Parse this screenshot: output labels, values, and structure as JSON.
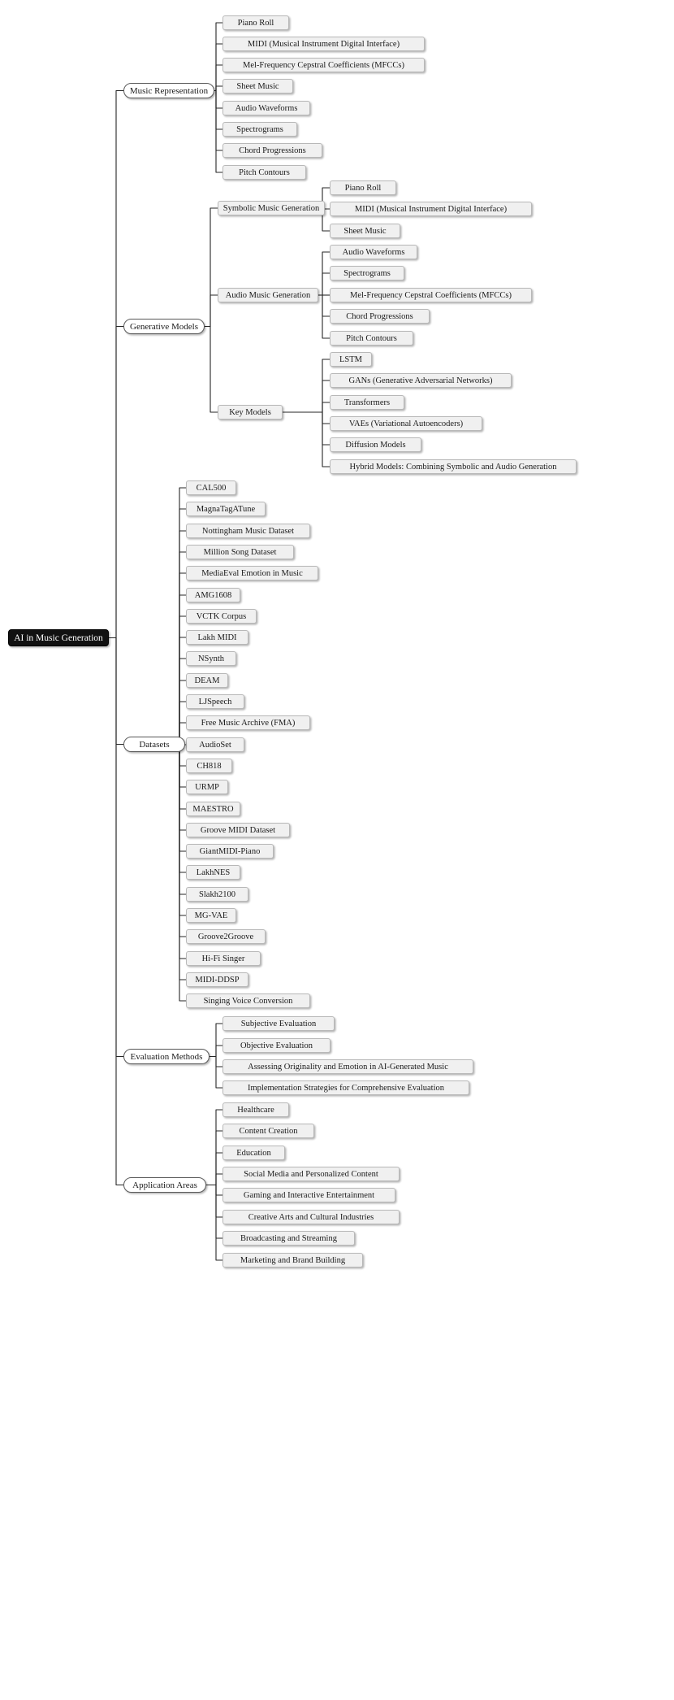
{
  "diagram": {
    "title": "AI in Music Generation",
    "type": "mindmap",
    "colors": {
      "root_fill": "#111111",
      "root_text": "#ffffff",
      "branch_fill": "#ffffff",
      "leaf_fill": "#f0f0f0",
      "leaf_border": "#b8b8b8",
      "edge": "#262626"
    },
    "root": {
      "label": "AI in Music Generation"
    },
    "branches": [
      {
        "label": "Music Representation",
        "children": [
          {
            "label": "Piano Roll"
          },
          {
            "label": "MIDI (Musical Instrument Digital Interface)"
          },
          {
            "label": "Mel-Frequency Cepstral Coefficients (MFCCs)"
          },
          {
            "label": "Sheet Music"
          },
          {
            "label": "Audio Waveforms"
          },
          {
            "label": "Spectrograms"
          },
          {
            "label": "Chord Progressions"
          },
          {
            "label": "Pitch Contours"
          }
        ]
      },
      {
        "label": "Generative Models",
        "children": [
          {
            "label": "Symbolic Music Generation",
            "children": [
              {
                "label": "Piano Roll"
              },
              {
                "label": "MIDI (Musical Instrument Digital Interface)"
              },
              {
                "label": "Sheet Music"
              }
            ]
          },
          {
            "label": "Audio Music Generation",
            "children": [
              {
                "label": "Audio Waveforms"
              },
              {
                "label": "Spectrograms"
              },
              {
                "label": "Mel-Frequency Cepstral Coefficients (MFCCs)"
              },
              {
                "label": "Chord Progressions"
              },
              {
                "label": "Pitch Contours"
              }
            ]
          },
          {
            "label": "Key Models",
            "children": [
              {
                "label": "LSTM"
              },
              {
                "label": "GANs (Generative Adversarial Networks)"
              },
              {
                "label": "Transformers"
              },
              {
                "label": "VAEs (Variational Autoencoders)"
              },
              {
                "label": "Diffusion Models"
              },
              {
                "label": "Hybrid Models: Combining Symbolic and Audio Generation"
              }
            ]
          }
        ]
      },
      {
        "label": "Datasets",
        "children": [
          {
            "label": "CAL500"
          },
          {
            "label": "MagnaTagATune"
          },
          {
            "label": "Nottingham Music Dataset"
          },
          {
            "label": "Million Song Dataset"
          },
          {
            "label": "MediaEval Emotion in Music"
          },
          {
            "label": "AMG1608"
          },
          {
            "label": "VCTK Corpus"
          },
          {
            "label": "Lakh MIDI"
          },
          {
            "label": "NSynth"
          },
          {
            "label": "DEAM"
          },
          {
            "label": "LJSpeech"
          },
          {
            "label": "Free Music Archive (FMA)"
          },
          {
            "label": "AudioSet"
          },
          {
            "label": "CH818"
          },
          {
            "label": "URMP"
          },
          {
            "label": "MAESTRO"
          },
          {
            "label": "Groove MIDI Dataset"
          },
          {
            "label": "GiantMIDI-Piano"
          },
          {
            "label": "LakhNES"
          },
          {
            "label": "Slakh2100"
          },
          {
            "label": "MG-VAE"
          },
          {
            "label": "Groove2Groove"
          },
          {
            "label": "Hi-Fi Singer"
          },
          {
            "label": "MIDI-DDSP"
          },
          {
            "label": "Singing Voice Conversion"
          }
        ]
      },
      {
        "label": "Evaluation Methods",
        "children": [
          {
            "label": "Subjective Evaluation"
          },
          {
            "label": "Objective Evaluation"
          },
          {
            "label": "Assessing Originality and Emotion in AI-Generated Music"
          },
          {
            "label": "Implementation Strategies for Comprehensive Evaluation"
          }
        ]
      },
      {
        "label": "Application Areas",
        "children": [
          {
            "label": "Healthcare"
          },
          {
            "label": "Content Creation"
          },
          {
            "label": "Education"
          },
          {
            "label": "Social Media and Personalized Content"
          },
          {
            "label": "Gaming and Interactive Entertainment"
          },
          {
            "label": "Creative Arts and Cultural Industries"
          },
          {
            "label": "Broadcasting and Streaming"
          },
          {
            "label": "Marketing and Brand Building"
          }
        ]
      }
    ]
  }
}
